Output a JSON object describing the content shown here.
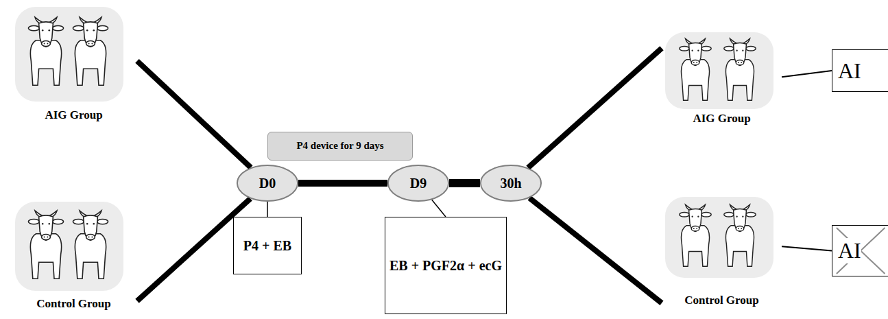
{
  "diagram": {
    "nodes": [
      {
        "text": [
          "AIG Group"
        ]
      },
      {
        "text": [
          "Control Group"
        ]
      },
      {
        "text": [
          "P4 device for 9 days"
        ]
      },
      {
        "text": [
          "D0"
        ]
      },
      {
        "text": [
          "D9"
        ]
      },
      {
        "text": [
          "30h"
        ]
      },
      {
        "text": [
          "P4 + EB"
        ]
      },
      {
        "text": [
          "EB + PGF2α + ecG"
        ]
      },
      {
        "text": [
          "AIG Group"
        ]
      },
      {
        "text": [
          "AI"
        ]
      },
      {
        "text": [
          "Control Group"
        ]
      },
      {
        "text": [
          "AI"
        ]
      }
    ],
    "edges": [
      {
        "from": 0,
        "to": 3,
        "arrow": "none"
      },
      {
        "from": 1,
        "to": 3,
        "arrow": "none"
      },
      {
        "from": 3,
        "to": 4,
        "arrow": "none"
      },
      {
        "from": 4,
        "to": 5,
        "arrow": "none"
      },
      {
        "from": 5,
        "to": 8,
        "arrow": "none"
      },
      {
        "from": 5,
        "to": 10,
        "arrow": "none"
      },
      {
        "from": 8,
        "to": 9,
        "arrow": "none"
      },
      {
        "from": 10,
        "to": 11,
        "arrow": "none"
      },
      {
        "from": 3,
        "to": 6,
        "arrow": "none"
      },
      {
        "from": 4,
        "to": 7,
        "arrow": "none"
      }
    ]
  }
}
